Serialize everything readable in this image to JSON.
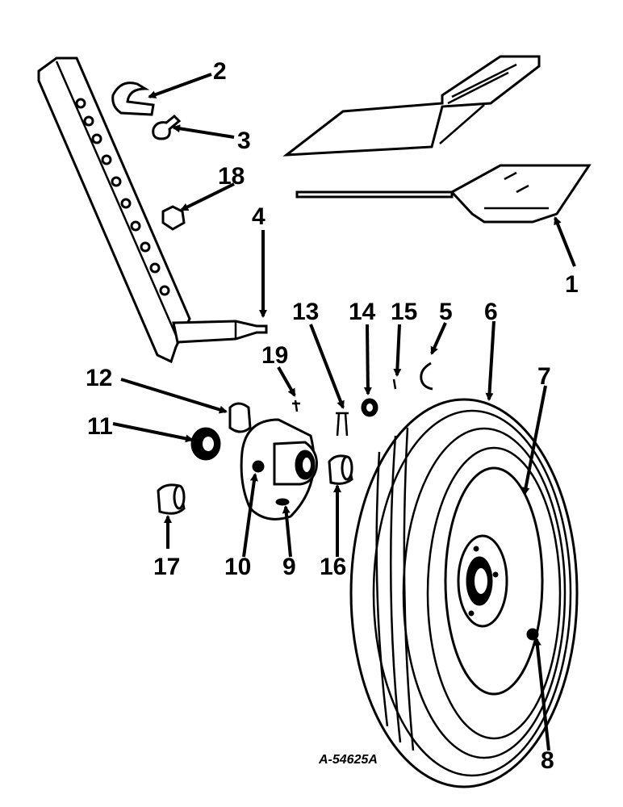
{
  "callouts": [
    "1",
    "2",
    "3",
    "4",
    "5",
    "6",
    "7",
    "8",
    "9",
    "10",
    "11",
    "12",
    "13",
    "14",
    "15",
    "16",
    "17",
    "18",
    "19"
  ],
  "drawing_number": "A-54625A"
}
